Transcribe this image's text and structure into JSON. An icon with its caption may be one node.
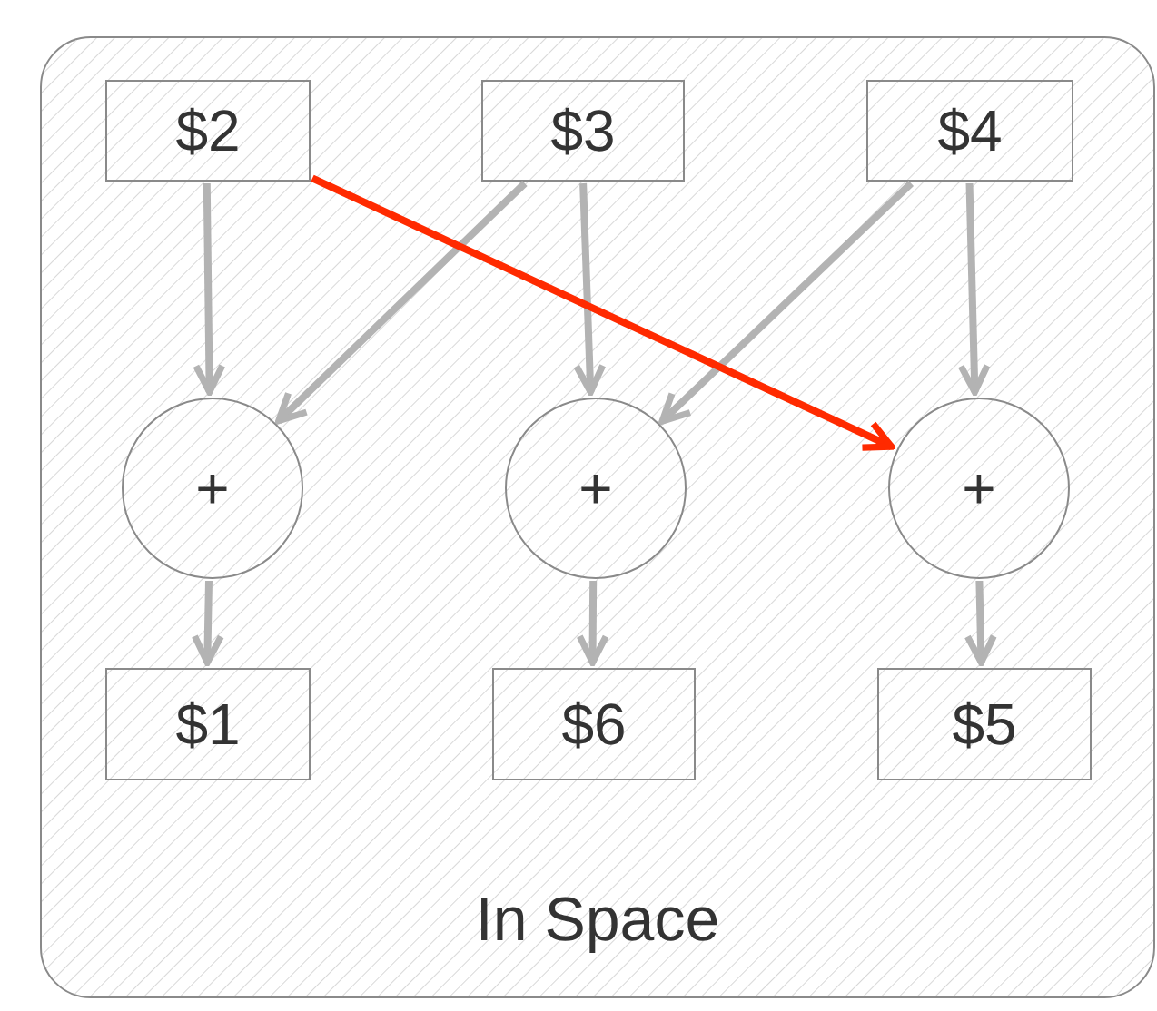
{
  "diagram": {
    "nodes": [
      {
        "text": [
          "In Space"
        ]
      },
      {
        "text": [
          "$2"
        ],
        "in": 0
      },
      {
        "text": [
          "$3"
        ],
        "in": 0
      },
      {
        "text": [
          "$4"
        ],
        "in": 0
      },
      {
        "text": [
          "+"
        ],
        "in": 0
      },
      {
        "text": [
          "+"
        ],
        "in": 0
      },
      {
        "text": [
          "+"
        ],
        "in": 0
      },
      {
        "text": [
          "$1"
        ],
        "in": 0
      },
      {
        "text": [
          "$6"
        ],
        "in": 0
      },
      {
        "text": [
          "$5"
        ],
        "in": 0
      }
    ],
    "edges": [
      {
        "from": 1,
        "to": 4,
        "arrow": "to"
      },
      {
        "from": 2,
        "to": 4,
        "arrow": "to"
      },
      {
        "from": 2,
        "to": 5,
        "arrow": "to"
      },
      {
        "from": 3,
        "to": 5,
        "arrow": "to"
      },
      {
        "from": 3,
        "to": 6,
        "arrow": "to"
      },
      {
        "from": 4,
        "to": 7,
        "arrow": "to"
      },
      {
        "from": 5,
        "to": 8,
        "arrow": "to"
      },
      {
        "from": 6,
        "to": 9,
        "arrow": "to"
      },
      {
        "from": 1,
        "to": 6,
        "arrow": "to",
        "color": "#ff2a00"
      }
    ]
  }
}
